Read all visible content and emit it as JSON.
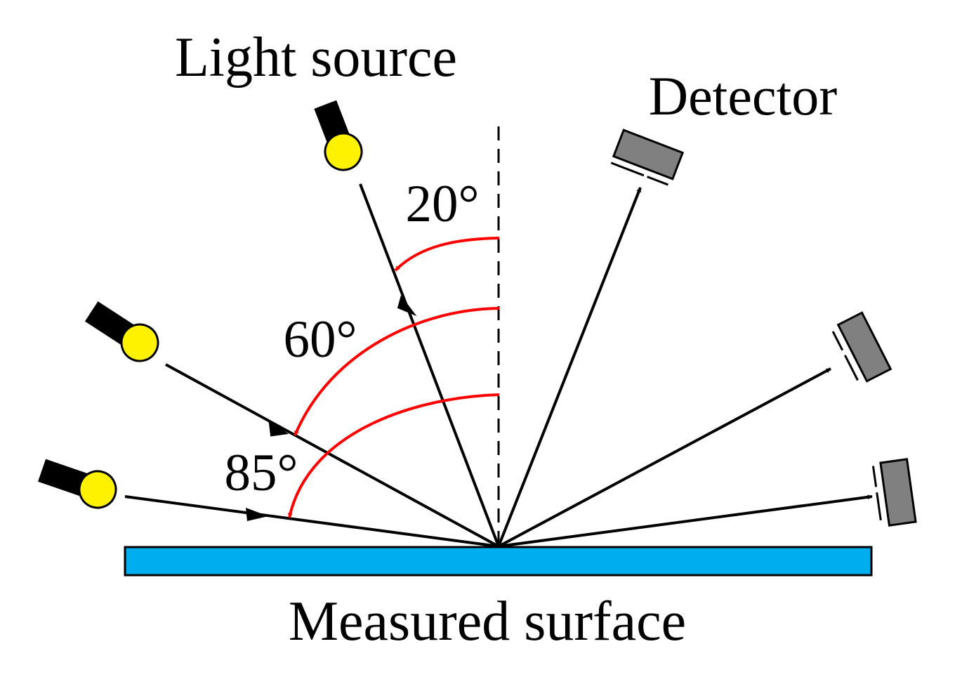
{
  "labels": {
    "light_source": "Light source",
    "detector": "Detector",
    "measured_surface": "Measured surface"
  },
  "angles": [
    {
      "value": 20,
      "label": "20°"
    },
    {
      "value": 60,
      "label": "60°"
    },
    {
      "value": 85,
      "label": "85°"
    }
  ],
  "colors": {
    "surface_fill": "#00AEEF",
    "surface_stroke": "#000000",
    "lamp_bulb": "#FFF200",
    "lamp_housing": "#000000",
    "detector_fill": "#808080",
    "angle_arc": "#FF0000",
    "ray": "#000000",
    "normal_line": "#000000"
  },
  "icons": {
    "light_source": "flashlight-icon",
    "detector": "detector-icon"
  }
}
